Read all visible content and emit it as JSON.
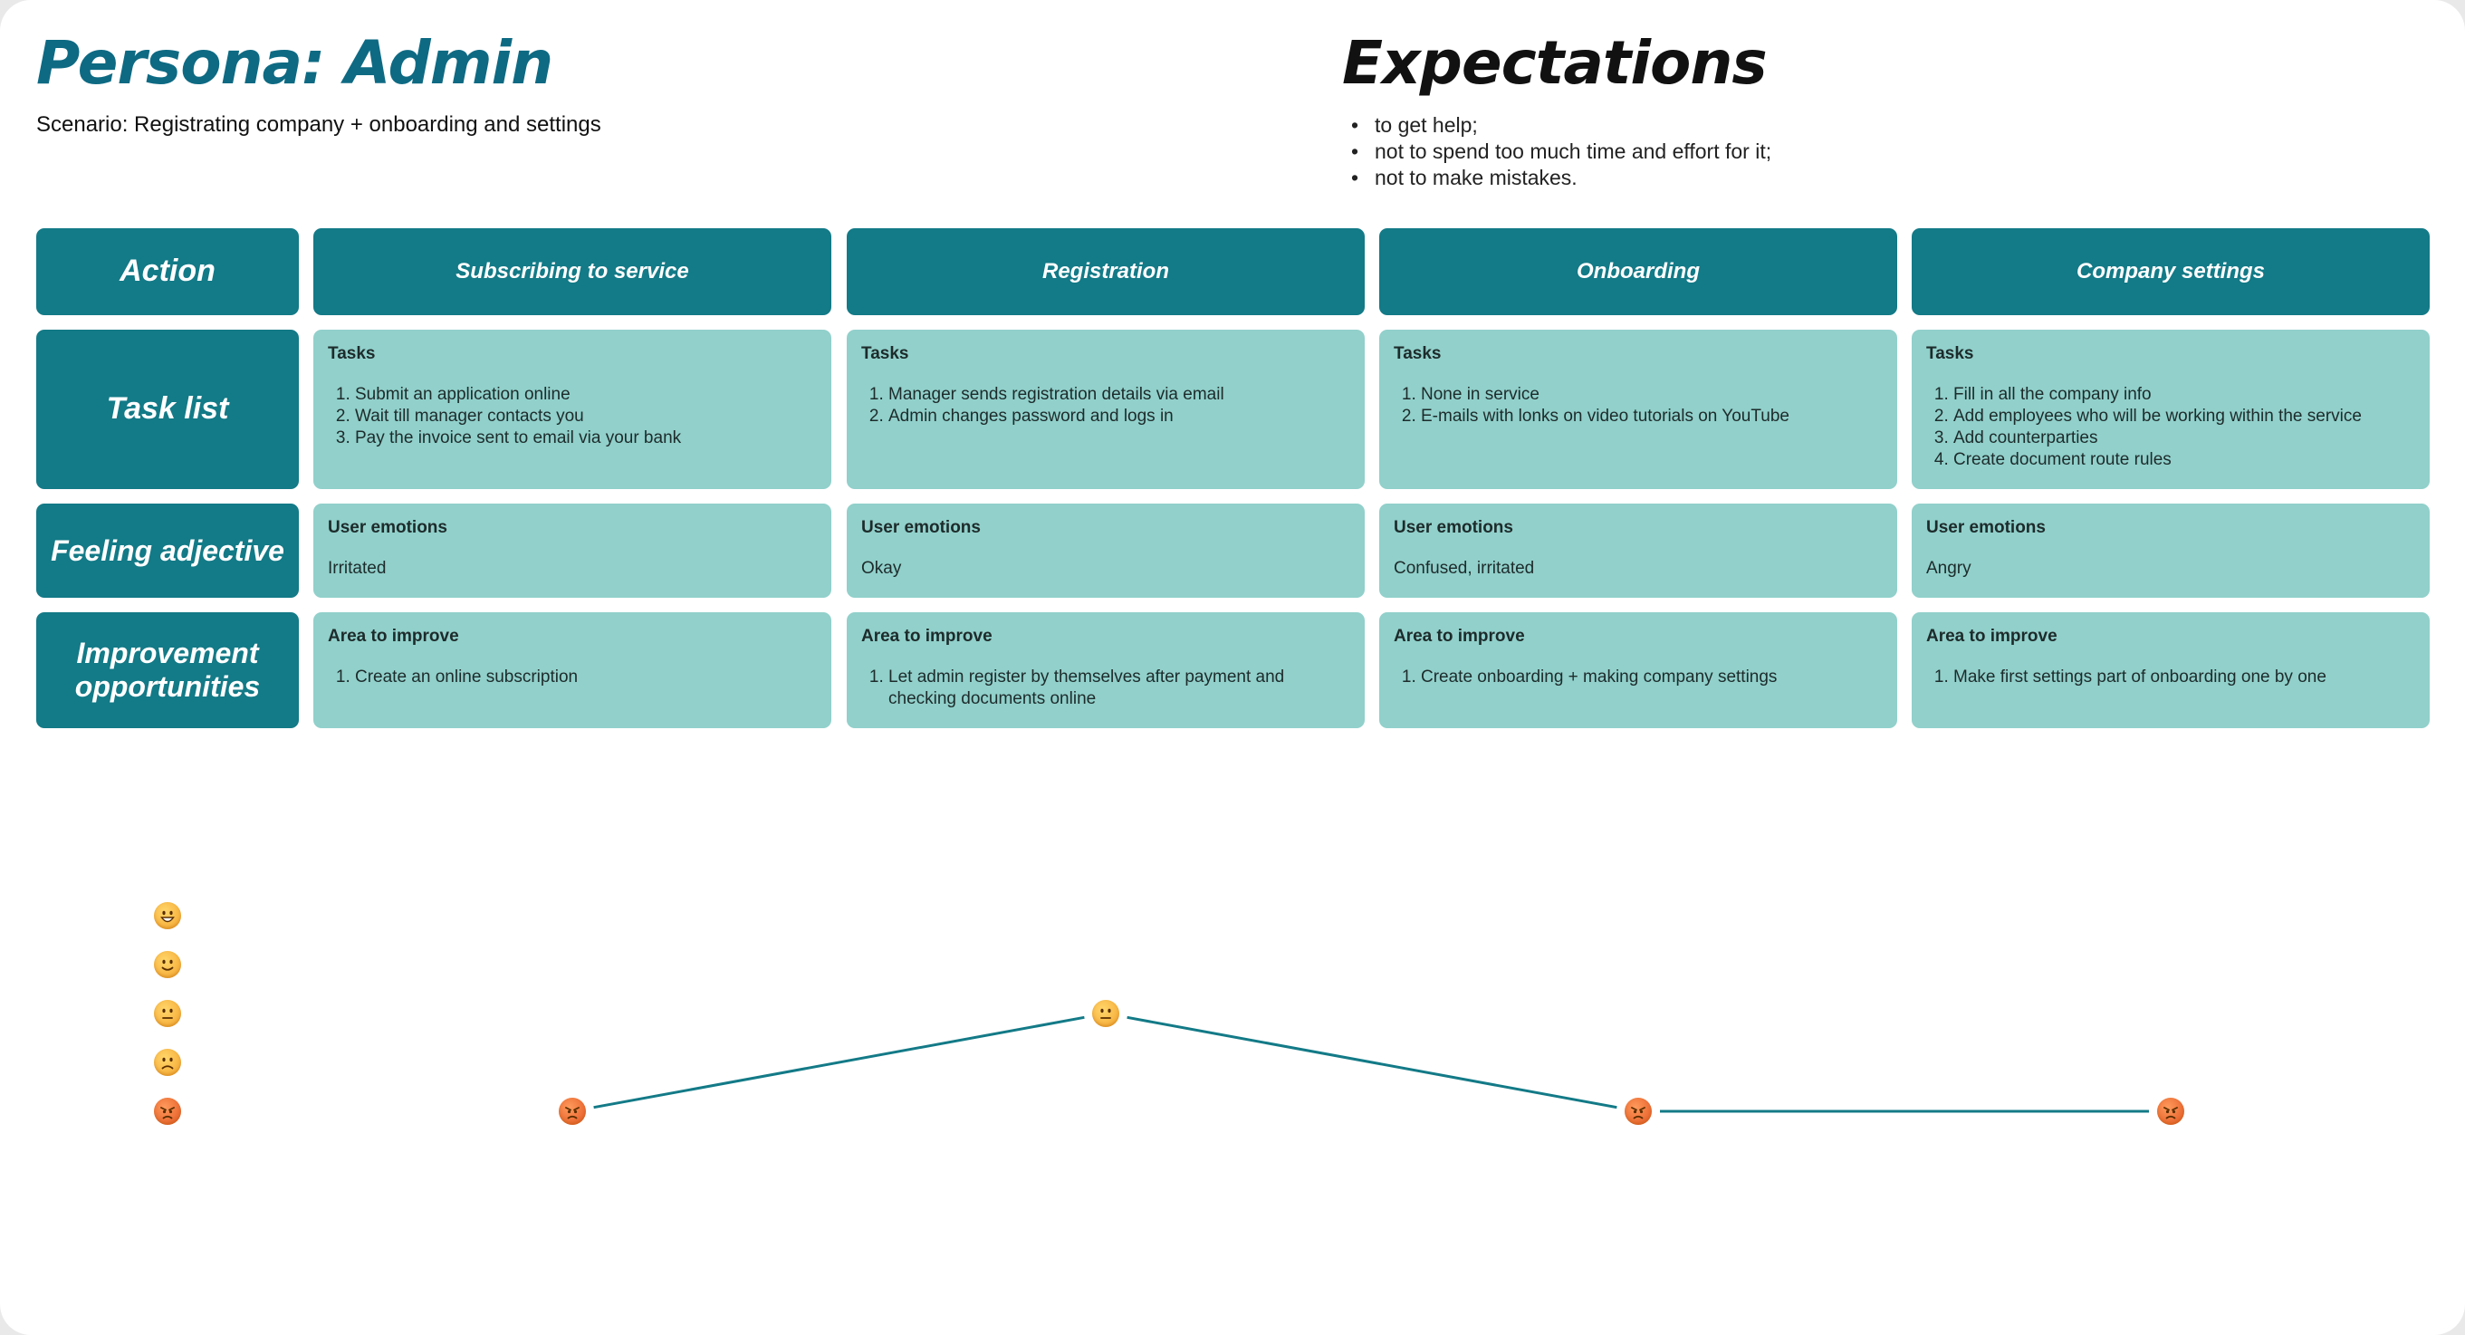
{
  "persona": {
    "title": "Persona: Admin",
    "scenario": "Scenario: Registrating company + onboarding and settings"
  },
  "expectations": {
    "title": "Expectations",
    "items": [
      "to get help;",
      "not to spend too much time and effort for it;",
      "not to make mistakes."
    ]
  },
  "rows": {
    "action": "Action",
    "task_list": "Task list",
    "feeling": "Feeling adjective",
    "improvement": "Improvement opportunities"
  },
  "stages": [
    {
      "name": "Subscribing to service",
      "tasks_title": "Tasks",
      "tasks": [
        "Submit an application online",
        "Wait till manager contacts you",
        "Pay the invoice sent to email via your bank"
      ],
      "emotions_title": "User emotions",
      "emotion": "Irritated",
      "improve_title": "Area to improve",
      "improvements": [
        "Create an online subscription"
      ]
    },
    {
      "name": "Registration",
      "tasks_title": "Tasks",
      "tasks": [
        "Manager sends registration details via email",
        "Admin changes password and logs in"
      ],
      "emotions_title": "User emotions",
      "emotion": "Okay",
      "improve_title": "Area to improve",
      "improvements": [
        "Let admin register by themselves after payment and checking documents online"
      ]
    },
    {
      "name": "Onboarding",
      "tasks_title": "Tasks",
      "tasks": [
        "None in service",
        "E-mails with lonks on video tutorials on YouTube"
      ],
      "emotions_title": "User emotions",
      "emotion": "Confused, irritated",
      "improve_title": "Area to improve",
      "improvements": [
        "Create onboarding + making company settings"
      ]
    },
    {
      "name": "Company settings",
      "tasks_title": "Tasks",
      "tasks": [
        "Fill in all the company info",
        "Add employees who will be working within the service",
        "Add counterparties",
        "Create document route rules"
      ],
      "emotions_title": "User emotions",
      "emotion": "Angry",
      "improve_title": "Area to improve",
      "improvements": [
        "Make first settings part of onboarding one by one"
      ]
    }
  ],
  "emotion_scale": [
    "grinning-face-icon",
    "slightly-smiling-face-icon",
    "neutral-face-icon",
    "slightly-frowning-face-icon",
    "angry-face-icon"
  ],
  "journey_levels": [
    1,
    3,
    1,
    1
  ],
  "colors": {
    "header": "#137a87",
    "cell": "#91d0cb",
    "title": "#0e6a83",
    "line": "#137a87"
  }
}
